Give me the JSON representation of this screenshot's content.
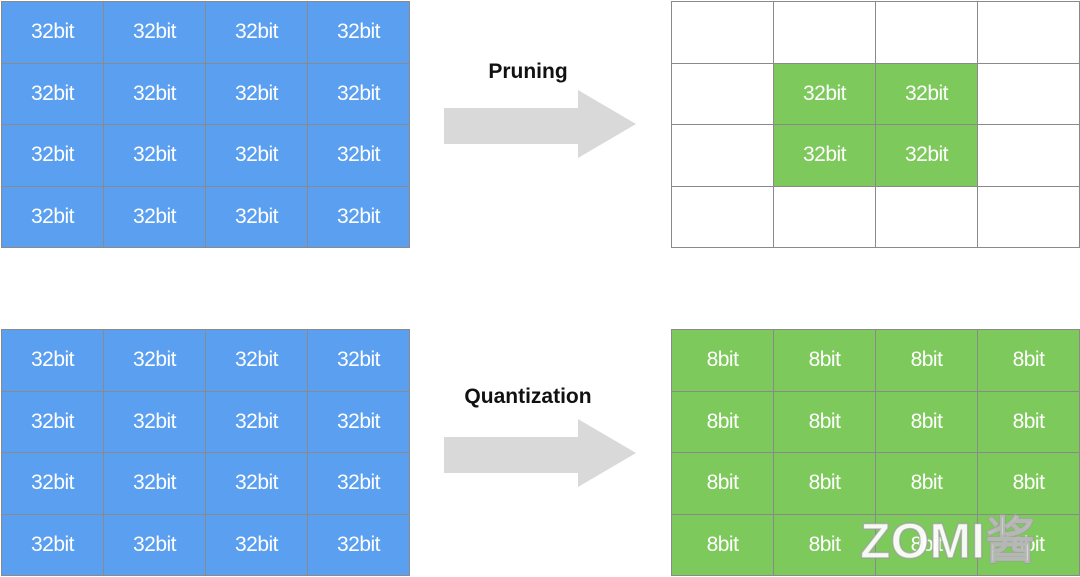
{
  "colors": {
    "blue_cell": "#5b9ff0",
    "green_cell": "#7ec95c",
    "grid_border": "#8a8a8a",
    "arrow": "#d9d9d9"
  },
  "top_left_grid": {
    "cells": [
      [
        "32bit",
        "32bit",
        "32bit",
        "32bit"
      ],
      [
        "32bit",
        "32bit",
        "32bit",
        "32bit"
      ],
      [
        "32bit",
        "32bit",
        "32bit",
        "32bit"
      ],
      [
        "32bit",
        "32bit",
        "32bit",
        "32bit"
      ]
    ]
  },
  "pruning": {
    "label": "Pruning"
  },
  "top_right_grid": {
    "cells": [
      [
        "",
        "",
        "",
        ""
      ],
      [
        "",
        "32bit",
        "32bit",
        ""
      ],
      [
        "",
        "32bit",
        "32bit",
        ""
      ],
      [
        "",
        "",
        "",
        ""
      ]
    ]
  },
  "bottom_left_grid": {
    "cells": [
      [
        "32bit",
        "32bit",
        "32bit",
        "32bit"
      ],
      [
        "32bit",
        "32bit",
        "32bit",
        "32bit"
      ],
      [
        "32bit",
        "32bit",
        "32bit",
        "32bit"
      ],
      [
        "32bit",
        "32bit",
        "32bit",
        "32bit"
      ]
    ]
  },
  "quantization": {
    "label": "Quantization"
  },
  "bottom_right_grid": {
    "cells": [
      [
        "8bit",
        "8bit",
        "8bit",
        "8bit"
      ],
      [
        "8bit",
        "8bit",
        "8bit",
        "8bit"
      ],
      [
        "8bit",
        "8bit",
        "8bit",
        "8bit"
      ],
      [
        "8bit",
        "8bit",
        "8bit",
        "8bit"
      ]
    ]
  },
  "watermark": {
    "text": "ZOMI酱"
  }
}
